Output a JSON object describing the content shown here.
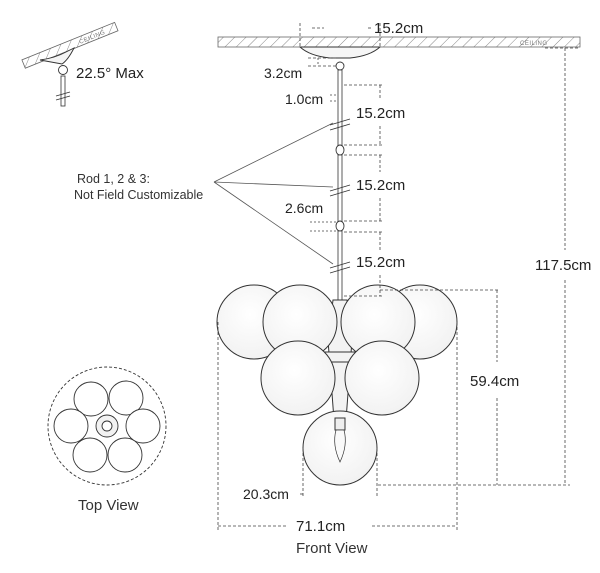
{
  "ceiling_label": "CEILING",
  "angle_max": "22.5° Max",
  "canopy_width": "15.2cm",
  "canopy_height": "3.2cm",
  "rod_joint_1": "1.0cm",
  "rod_length_1": "15.2cm",
  "rod_length_2": "15.2cm",
  "rod_joint_2": "2.6cm",
  "rod_length_3": "15.2cm",
  "rod_note_line1": "Rod 1, 2 & 3:",
  "rod_note_line2": "Not Field Customizable",
  "overall_height": "117.5cm",
  "fixture_height": "59.4cm",
  "bottom_globe_width": "20.3cm",
  "fixture_width": "71.1cm",
  "front_view_label": "Front View",
  "top_view_label": "Top View"
}
